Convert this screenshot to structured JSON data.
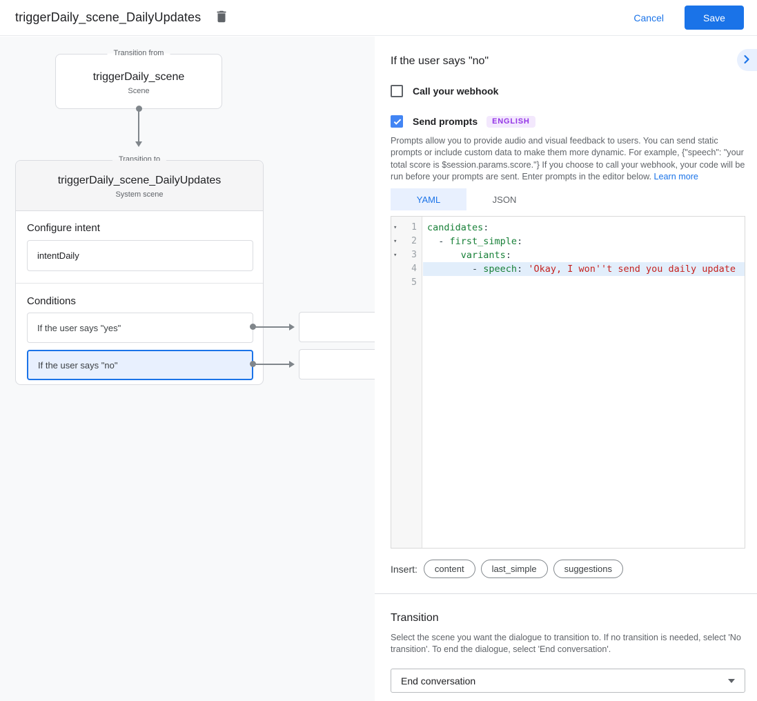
{
  "topbar": {
    "title": "triggerDaily_scene_DailyUpdates",
    "cancel_label": "Cancel",
    "save_label": "Save"
  },
  "diagram": {
    "from_box": {
      "legend": "Transition from",
      "title": "triggerDaily_scene",
      "subtitle": "Scene"
    },
    "to_card": {
      "legend": "Transition to",
      "title": "triggerDaily_scene_DailyUpdates",
      "subtitle": "System scene",
      "intent_label": "Configure intent",
      "intent_value": "intentDaily",
      "conditions_label": "Conditions",
      "conditions": [
        {
          "label": "If the user says \"yes\"",
          "selected": false
        },
        {
          "label": "If the user says \"no\"",
          "selected": true
        }
      ]
    }
  },
  "panel": {
    "title": "If the user says \"no\"",
    "webhook_checkbox": {
      "label": "Call your webhook",
      "checked": false
    },
    "prompts_checkbox": {
      "label": "Send prompts",
      "checked": true,
      "badge": "ENGLISH"
    },
    "description": "Prompts allow you to provide audio and visual feedback to users. You can send static prompts or include custom data to make them more dynamic. For example, {\"speech\": \"your total score is $session.params.score.\"} If you choose to call your webhook, your code will be run before your prompts are sent. Enter prompts in the editor below. ",
    "learn_more_label": "Learn more",
    "tabs": [
      {
        "label": "YAML",
        "active": true
      },
      {
        "label": "JSON",
        "active": false
      }
    ],
    "editor": {
      "highlighted_line": 4,
      "lines": [
        {
          "number": 1,
          "fold": true,
          "parts": [
            {
              "text": "candidates",
              "type": "key"
            },
            {
              "text": ":",
              "type": "plain"
            }
          ]
        },
        {
          "number": 2,
          "fold": true,
          "parts": [
            {
              "text": "  - ",
              "type": "plain"
            },
            {
              "text": "first_simple",
              "type": "key"
            },
            {
              "text": ":",
              "type": "plain"
            }
          ]
        },
        {
          "number": 3,
          "fold": true,
          "parts": [
            {
              "text": "      ",
              "type": "plain"
            },
            {
              "text": "variants",
              "type": "key"
            },
            {
              "text": ":",
              "type": "plain"
            }
          ]
        },
        {
          "number": 4,
          "fold": false,
          "parts": [
            {
              "text": "        - ",
              "type": "plain"
            },
            {
              "text": "speech",
              "type": "key"
            },
            {
              "text": ": ",
              "type": "plain"
            },
            {
              "text": "'Okay, I won''t send you daily update",
              "type": "string"
            }
          ]
        },
        {
          "number": 5,
          "fold": false,
          "parts": []
        }
      ]
    },
    "insert": {
      "label": "Insert:",
      "chips": [
        "content",
        "last_simple",
        "suggestions"
      ]
    },
    "transition": {
      "heading": "Transition",
      "description": "Select the scene you want the dialogue to transition to. If no transition is needed, select 'No transition'. To end the dialogue, select 'End conversation'.",
      "selected_value": "End conversation"
    }
  },
  "colors": {
    "accent_blue": "#1a73e8",
    "selected_condition_bg": "#e8f0fe",
    "checkbox_checked": "#4285f4",
    "badge_bg": "#f3e8fd",
    "badge_text": "#9334e6",
    "yaml_key_green": "#188038",
    "yaml_string_red": "#c5221f",
    "canvas_bg": "#f8f9fa"
  }
}
